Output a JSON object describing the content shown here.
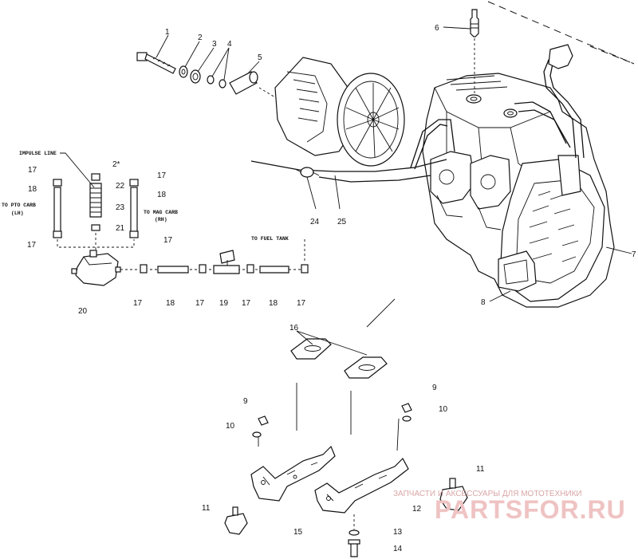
{
  "callouts": [
    {
      "id": "c1",
      "text": "1"
    },
    {
      "id": "c2",
      "text": "2"
    },
    {
      "id": "c3",
      "text": "3"
    },
    {
      "id": "c4",
      "text": "4"
    },
    {
      "id": "c5",
      "text": "5"
    },
    {
      "id": "c6",
      "text": "6"
    },
    {
      "id": "c7",
      "text": "7"
    },
    {
      "id": "c8",
      "text": "8"
    },
    {
      "id": "c9a",
      "text": "9"
    },
    {
      "id": "c9b",
      "text": "9"
    },
    {
      "id": "c10a",
      "text": "10"
    },
    {
      "id": "c10b",
      "text": "10"
    },
    {
      "id": "c11a",
      "text": "11"
    },
    {
      "id": "c11b",
      "text": "11"
    },
    {
      "id": "c12",
      "text": "12"
    },
    {
      "id": "c13",
      "text": "13"
    },
    {
      "id": "c14",
      "text": "14"
    },
    {
      "id": "c15",
      "text": "15"
    },
    {
      "id": "c16",
      "text": "16"
    },
    {
      "id": "c17a",
      "text": "17"
    },
    {
      "id": "c17b",
      "text": "17"
    },
    {
      "id": "c17c",
      "text": "17"
    },
    {
      "id": "c17d",
      "text": "17"
    },
    {
      "id": "c17e",
      "text": "17"
    },
    {
      "id": "c17f",
      "text": "17"
    },
    {
      "id": "c17g",
      "text": "17"
    },
    {
      "id": "c17h",
      "text": "17"
    },
    {
      "id": "c18a",
      "text": "18"
    },
    {
      "id": "c18b",
      "text": "18"
    },
    {
      "id": "c18c",
      "text": "18"
    },
    {
      "id": "c18d",
      "text": "18"
    },
    {
      "id": "c19",
      "text": "19"
    },
    {
      "id": "c20",
      "text": "20"
    },
    {
      "id": "c21",
      "text": "21"
    },
    {
      "id": "c22",
      "text": "22"
    },
    {
      "id": "c23",
      "text": "23"
    },
    {
      "id": "c24",
      "text": "24"
    },
    {
      "id": "c25",
      "text": "25"
    },
    {
      "id": "c2b",
      "text": "2*"
    }
  ],
  "labels": {
    "impulse_line": "IMPULSE LINE",
    "to_pto_carb_1": "TO PTO CARB",
    "to_pto_carb_2": "(LH)",
    "to_mag_carb_1": "TO MAG CARB",
    "to_mag_carb_2": "(RH)",
    "to_fuel_tank": "TO FUEL TANK"
  },
  "watermark": {
    "line1": "ЗАПЧАСТИ И АКСЕССУАРЫ ДЛЯ МОТОТЕХНИКИ",
    "line2": "PARTSFOR.RU"
  },
  "colors": {
    "ink": "#111111",
    "watermark": "#efc3c3"
  }
}
